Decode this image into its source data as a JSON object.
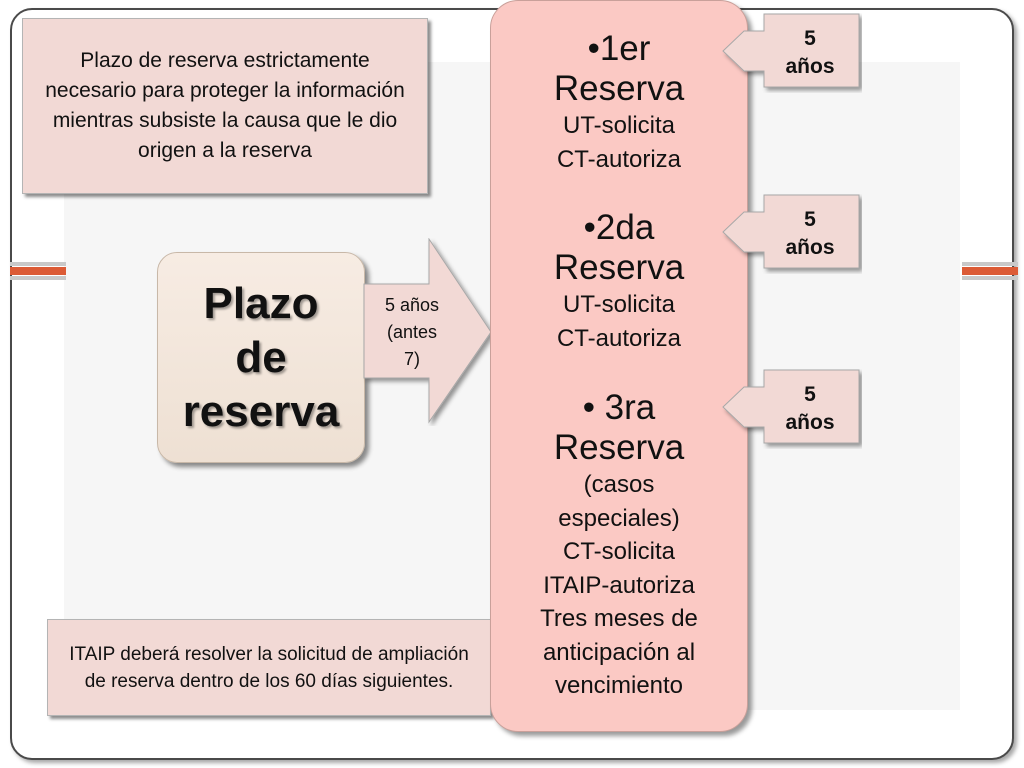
{
  "note_top": {
    "text": "Plazo de reserva estrictamente necesario para proteger la información mientras subsiste la causa que le dio origen a la reserva"
  },
  "note_bottom": {
    "text": "ITAIP  deberá resolver la solicitud de ampliación de reserva dentro de los 60 días siguientes."
  },
  "main_box": {
    "title": "Plazo\nde\nreserva"
  },
  "main_arrow": {
    "label": "5 años\n(antes\n7)"
  },
  "reservas": [
    {
      "title": "•1er\nReserva",
      "lines": [
        "UT-solicita",
        "CT-autoriza"
      ]
    },
    {
      "title": "•2da\nReserva",
      "lines": [
        "UT-solicita",
        "CT-autoriza"
      ]
    },
    {
      "title": "• 3ra\nReserva",
      "lines": [
        "(casos",
        "especiales)",
        "CT-solicita",
        "ITAIP-autoriza",
        "Tres meses de",
        "anticipación al",
        "vencimiento"
      ]
    }
  ],
  "side_arrows": [
    {
      "label": "5\naños"
    },
    {
      "label": "5\naños"
    },
    {
      "label": "5\naños"
    }
  ],
  "colors": {
    "note_fill": "#f2d9d5",
    "main_box_fill": "#f3e6dc",
    "reserve_column_fill": "#fbc9c4",
    "arrow_fill": "#f2d9d5",
    "stripe_accent": "#dc5b36"
  }
}
